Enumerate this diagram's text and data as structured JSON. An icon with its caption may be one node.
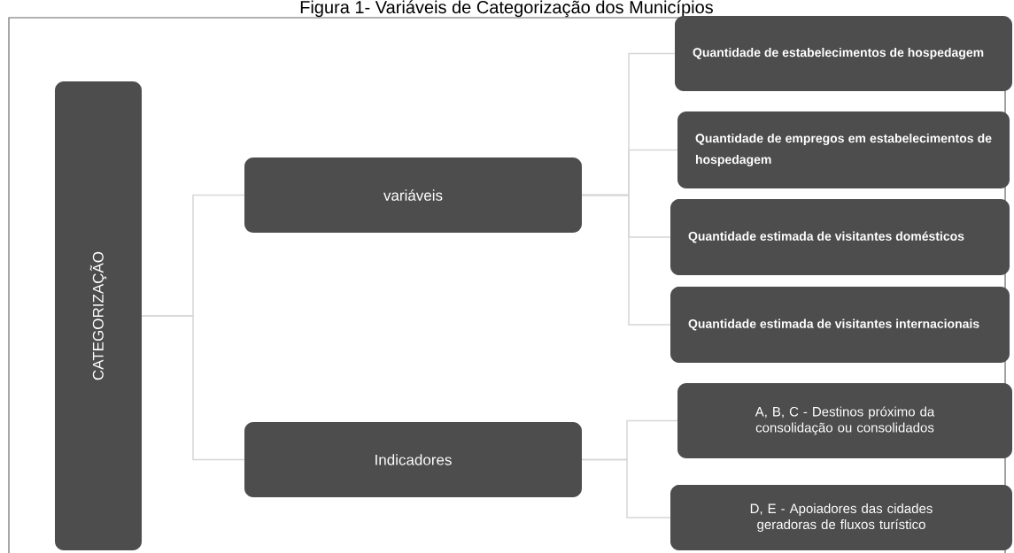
{
  "diagram": {
    "title": "Figura 1- Variáveis de Categorização dos Municípios",
    "nodes": [
      {
        "text": [
          "CATEGORIZAÇÃO"
        ]
      },
      {
        "text": [
          "variáveis"
        ]
      },
      {
        "text": [
          "Indicadores"
        ]
      },
      {
        "text": [
          "Quantidade de estabelecimentos de hospedagem"
        ]
      },
      {
        "text": [
          "Quantidade de empregos em estabelecimentos de hospedagem"
        ]
      },
      {
        "text": [
          "Quantidade estimada de visitantes domésticos"
        ]
      },
      {
        "text": [
          "Quantidade estimada de visitantes internacionais"
        ]
      },
      {
        "text": [
          "A, B, C -  Destinos próximo da consolidação ou consolidados"
        ]
      },
      {
        "text": [
          "D, E - Apoiadores das cidades geradoras de fluxos turístico"
        ]
      }
    ],
    "edges": [
      {
        "from": 0,
        "to": 1,
        "arrow": "none"
      },
      {
        "from": 0,
        "to": 2,
        "arrow": "none"
      },
      {
        "from": 1,
        "to": 3,
        "arrow": "none"
      },
      {
        "from": 1,
        "to": 4,
        "arrow": "none"
      },
      {
        "from": 1,
        "to": 5,
        "arrow": "none"
      },
      {
        "from": 1,
        "to": 6,
        "arrow": "none"
      },
      {
        "from": 2,
        "to": 7,
        "arrow": "none"
      },
      {
        "from": 2,
        "to": 8,
        "arrow": "none"
      }
    ]
  }
}
